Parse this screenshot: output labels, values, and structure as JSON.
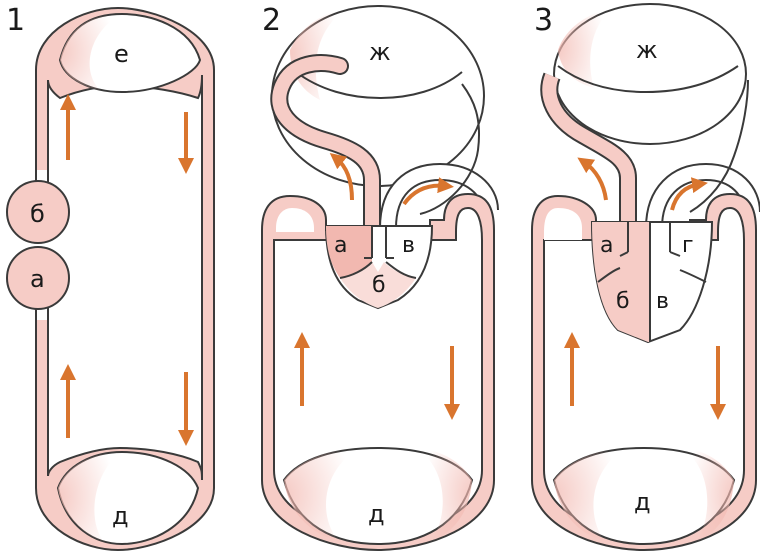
{
  "colors": {
    "vessel_fill": "#f6ccc6",
    "vessel_stroke": "#3a3a3a",
    "arrow": "#d9752e",
    "organ_fill": "#ffffff",
    "organ_tint": "#f2b8b0"
  },
  "diagrams": [
    {
      "number": "1",
      "labels": {
        "top_organ": "е",
        "bottom_organ": "д",
        "chamber_upper": "б",
        "chamber_lower": "а"
      }
    },
    {
      "number": "2",
      "labels": {
        "top_organ": "ж",
        "bottom_organ": "д",
        "atrium_left": "а",
        "atrium_right": "в",
        "ventricle": "б"
      }
    },
    {
      "number": "3",
      "labels": {
        "top_organ": "ж",
        "bottom_organ": "д",
        "atrium_left": "а",
        "atrium_right": "г",
        "ventricle_left": "б",
        "ventricle_right": "в"
      }
    }
  ]
}
